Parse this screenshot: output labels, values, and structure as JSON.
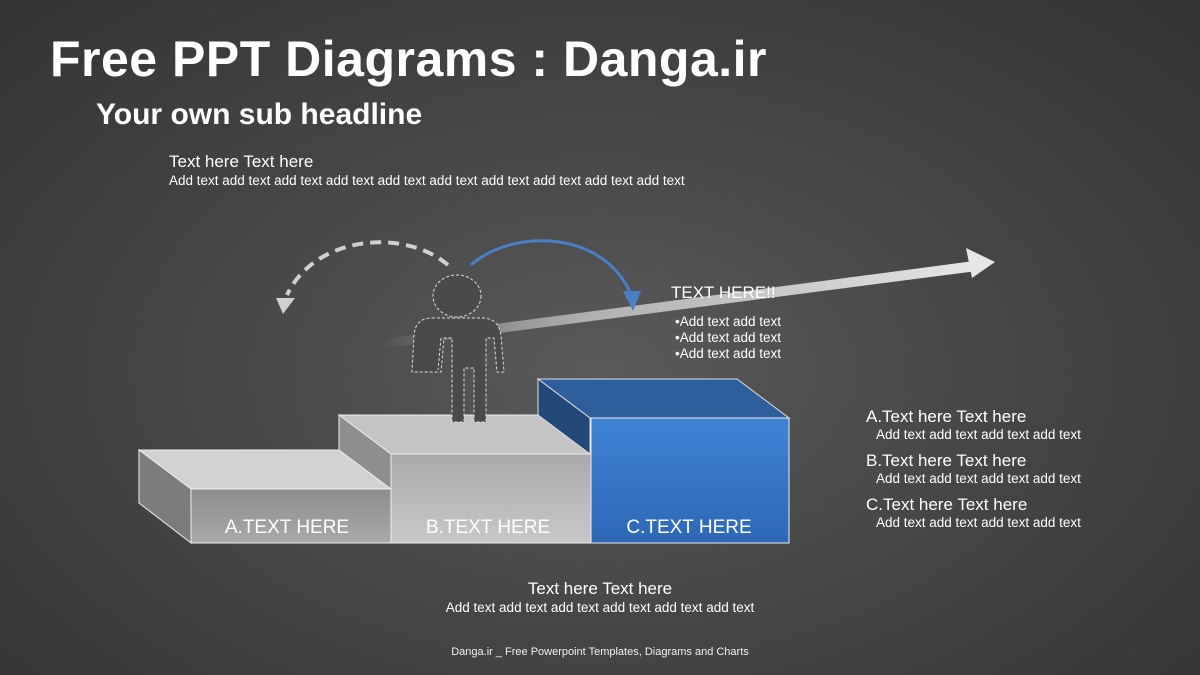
{
  "slide": {
    "title": "Free PPT Diagrams : Danga.ir",
    "subtitle": "Your own sub headline"
  },
  "top_text": {
    "heading": "Text here Text here",
    "body": "Add text add text add text add text add text add text add text add text add text add text"
  },
  "callout": {
    "heading": "TEXT HERE!!",
    "bullets": [
      "•Add text add text",
      "•Add text add text",
      "•Add text add text"
    ]
  },
  "steps": [
    {
      "label": "A.TEXT HERE",
      "color": "#9a9a9a"
    },
    {
      "label": "B.TEXT HERE",
      "color": "#bcbcbc"
    },
    {
      "label": "C.TEXT HERE",
      "color": "#3b7cd0"
    }
  ],
  "side_list": [
    {
      "heading": "A.Text here Text here",
      "body": "Add text add text add text add text"
    },
    {
      "heading": "B.Text here Text here",
      "body": "Add text add text add text add text"
    },
    {
      "heading": "C.Text here Text here",
      "body": "Add text add text add text add text"
    }
  ],
  "bottom_text": {
    "heading": "Text here Text here",
    "body": "Add text add text add text add text add text add text"
  },
  "footer": "Danga.ir _ Free Powerpoint Templates, Diagrams and Charts",
  "icons": [
    "dashed-curved-arrow-icon",
    "curved-arrow-icon",
    "person-icon",
    "growth-arrow-icon"
  ]
}
